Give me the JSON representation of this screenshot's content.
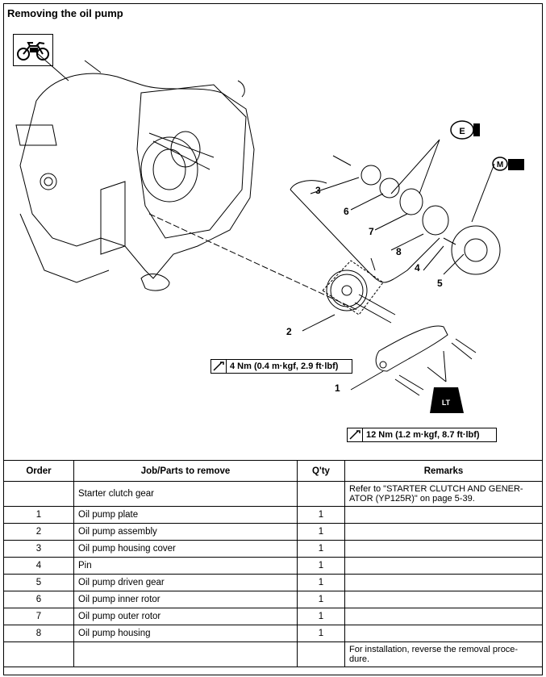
{
  "title": "Removing the oil pump",
  "icons": {
    "vehicle": "motorcycle-icon",
    "engine_oil": "E",
    "molybdenum": "M",
    "locktite": "LT"
  },
  "callouts": [
    "1",
    "2",
    "3",
    "4",
    "5",
    "6",
    "7",
    "8"
  ],
  "torques": [
    "4 Nm (0.4 m·kgf, 2.9 ft·lbf)",
    "12 Nm (1.2 m·kgf, 8.7 ft·lbf)"
  ],
  "table": {
    "headers": [
      "Order",
      "Job/Parts to remove",
      "Q'ty",
      "Remarks"
    ],
    "rows": [
      {
        "order": "",
        "job": "Starter clutch gear",
        "qty": "",
        "remarks": "Refer to \"STARTER CLUTCH AND GENER-ATOR (YP125R)\" on page 5-39."
      },
      {
        "order": "1",
        "job": "Oil pump plate",
        "qty": "1",
        "remarks": ""
      },
      {
        "order": "2",
        "job": "Oil pump assembly",
        "qty": "1",
        "remarks": ""
      },
      {
        "order": "3",
        "job": "Oil pump housing cover",
        "qty": "1",
        "remarks": ""
      },
      {
        "order": "4",
        "job": "Pin",
        "qty": "1",
        "remarks": ""
      },
      {
        "order": "5",
        "job": "Oil pump driven gear",
        "qty": "1",
        "remarks": ""
      },
      {
        "order": "6",
        "job": "Oil pump inner rotor",
        "qty": "1",
        "remarks": ""
      },
      {
        "order": "7",
        "job": "Oil pump outer rotor",
        "qty": "1",
        "remarks": ""
      },
      {
        "order": "8",
        "job": "Oil pump housing",
        "qty": "1",
        "remarks": ""
      },
      {
        "order": "",
        "job": "",
        "qty": "",
        "remarks": "For installation, reverse the removal proce-dure."
      }
    ]
  }
}
